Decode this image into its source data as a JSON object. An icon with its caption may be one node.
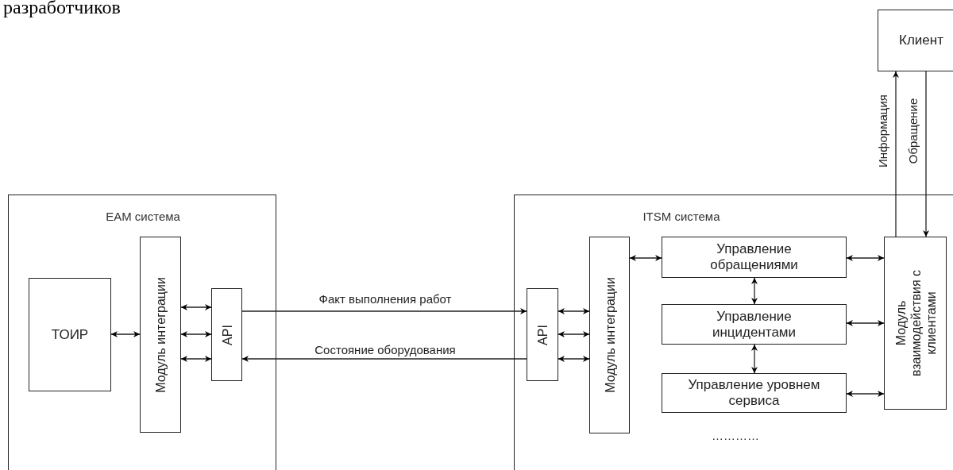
{
  "diagram": {
    "nodes": [
      {
        "text": [
          "EAM система"
        ]
      },
      {
        "text": [
          "ТОИР"
        ],
        "in": 0
      },
      {
        "text": [
          "Модуль интеграции"
        ],
        "in": 0
      },
      {
        "text": [
          "API"
        ],
        "in": 0
      },
      {
        "text": [
          "ITSM система"
        ]
      },
      {
        "text": [
          "API"
        ],
        "in": 4
      },
      {
        "text": [
          "Модуль интеграции"
        ],
        "in": 4
      },
      {
        "text": [
          "Управление обращениями"
        ],
        "in": 4
      },
      {
        "text": [
          "Управление инцидентами"
        ],
        "in": 4
      },
      {
        "text": [
          "Управление уровнем сервиса"
        ],
        "in": 4
      },
      {
        "text": [
          "Модуль взаимодействия с клиентами"
        ],
        "in": 4
      },
      {
        "text": [
          "Клиент"
        ]
      }
    ],
    "edges": [
      {
        "from": 1,
        "to": 2,
        "arrow": "both"
      },
      {
        "from": 2,
        "to": 3,
        "arrow": "both"
      },
      {
        "from": 2,
        "to": 3,
        "arrow": "both"
      },
      {
        "from": 2,
        "to": 3,
        "arrow": "both"
      },
      {
        "from": 3,
        "to": 5,
        "arrow": "to",
        "label": "Факт выполнения работ"
      },
      {
        "from": 5,
        "to": 3,
        "arrow": "to",
        "label": "Состояние оборудования"
      },
      {
        "from": 5,
        "to": 6,
        "arrow": "both"
      },
      {
        "from": 5,
        "to": 6,
        "arrow": "both"
      },
      {
        "from": 5,
        "to": 6,
        "arrow": "both"
      },
      {
        "from": 6,
        "to": 7,
        "arrow": "both"
      },
      {
        "from": 7,
        "to": 8,
        "arrow": "both"
      },
      {
        "from": 8,
        "to": 9,
        "arrow": "both"
      },
      {
        "from": 7,
        "to": 10,
        "arrow": "both"
      },
      {
        "from": 8,
        "to": 10,
        "arrow": "both"
      },
      {
        "from": 9,
        "to": 10,
        "arrow": "both"
      },
      {
        "from": 10,
        "to": 11,
        "arrow": "to",
        "label": "Информация"
      },
      {
        "from": 11,
        "to": 10,
        "arrow": "to",
        "label": "Обращение"
      }
    ],
    "labels": [
      "разработчиков",
      "…………"
    ]
  }
}
